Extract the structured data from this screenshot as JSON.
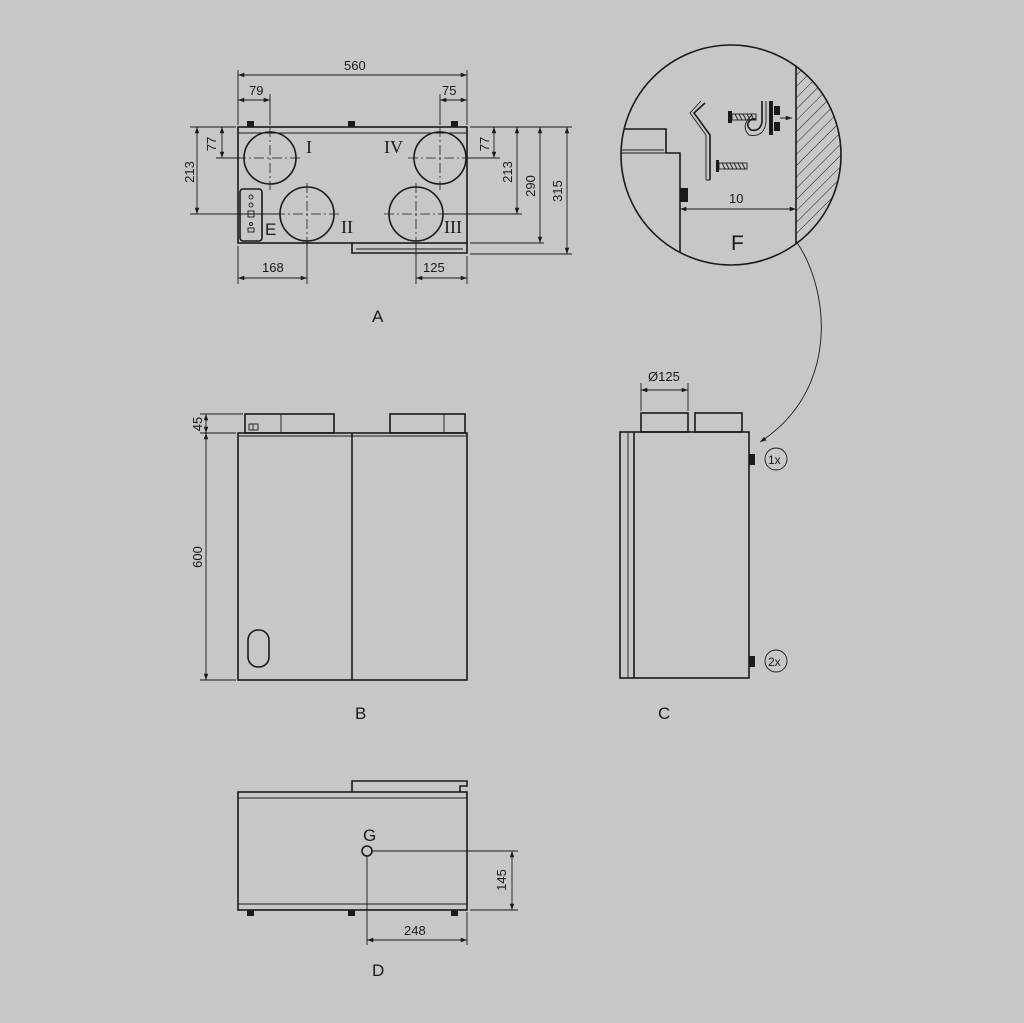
{
  "views": {
    "A": {
      "label": "A"
    },
    "B": {
      "label": "B"
    },
    "C": {
      "label": "C"
    },
    "D": {
      "label": "D"
    },
    "E": {
      "label": "E"
    },
    "F": {
      "label": "F"
    },
    "G": {
      "label": "G"
    }
  },
  "dimensions": {
    "width_560": "560",
    "left_79": "79",
    "right_75": "75",
    "left_213": "213",
    "left_77": "77",
    "right_77": "77",
    "right_213": "213",
    "right_290": "290",
    "right_315": "315",
    "bottom_168": "168",
    "bottom_125": "125",
    "height_45": "45",
    "height_600": "600",
    "diameter_125": "Ø125",
    "wall_10": "10",
    "d_145": "145",
    "d_248": "248"
  },
  "ports": {
    "I": "I",
    "II": "II",
    "III": "III",
    "IV": "IV"
  },
  "callouts": {
    "one": "1x",
    "two": "2x"
  }
}
